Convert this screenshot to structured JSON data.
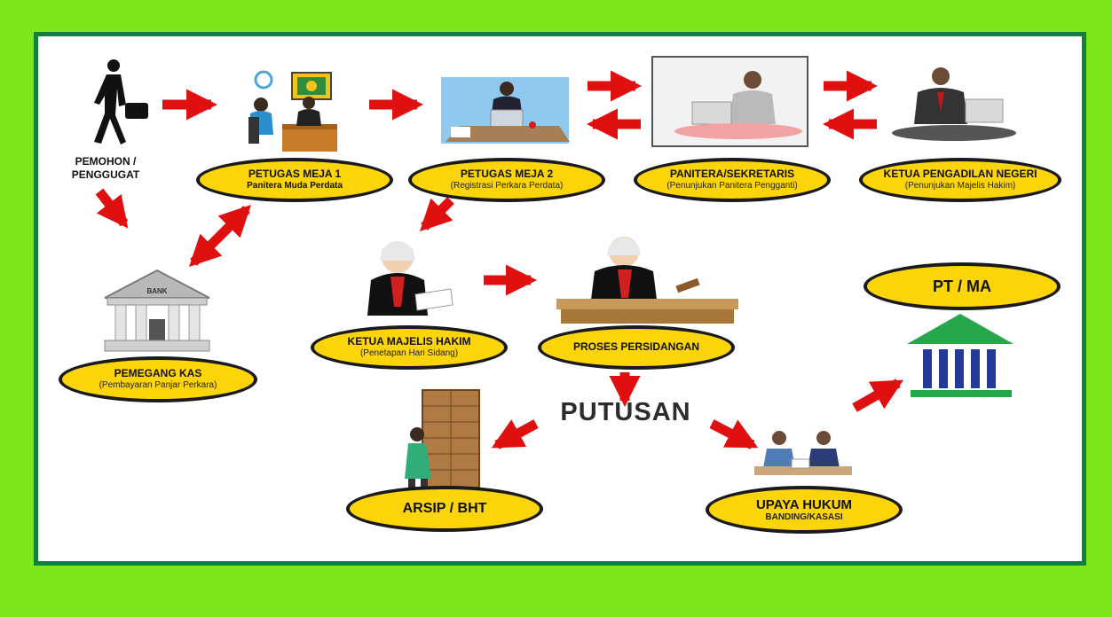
{
  "colors": {
    "background": "#7fe61c",
    "frame_border": "#10803a",
    "oval_fill": "#fbd40a",
    "arrow": "#e01010"
  },
  "applicant": {
    "label_line1": "PEMOHON /",
    "label_line2": "PENGGUGAT"
  },
  "petugas_meja_1": {
    "title": "PETUGAS MEJA 1",
    "subtitle": "Panitera Muda Perdata"
  },
  "petugas_meja_2": {
    "title": "PETUGAS MEJA 2",
    "subtitle": "(Registrasi Perkara Perdata)"
  },
  "panitera": {
    "title": "PANITERA/SEKRETARIS",
    "subtitle": "(Penunjukan Panitera Pengganti)"
  },
  "ketua_pn": {
    "title": "KETUA PENGADILAN NEGERI",
    "subtitle": "(Penunjukan Majelis Hakim)"
  },
  "bank": {
    "sign": "BANK"
  },
  "pemegang_kas": {
    "title": "PEMEGANG KAS",
    "subtitle": "(Pembayaran Panjar Perkara)"
  },
  "ketua_majelis": {
    "title": "KETUA MAJELIS HAKIM",
    "subtitle": "(Penetapan Hari Sidang)"
  },
  "proses": {
    "title": "PROSES PERSIDANGAN"
  },
  "pt_ma": {
    "title": "PT / MA"
  },
  "putusan": {
    "title": "PUTUSAN"
  },
  "arsip": {
    "title": "ARSIP / BHT"
  },
  "upaya": {
    "title": "UPAYA HUKUM",
    "subtitle": "BANDING/KASASI"
  }
}
